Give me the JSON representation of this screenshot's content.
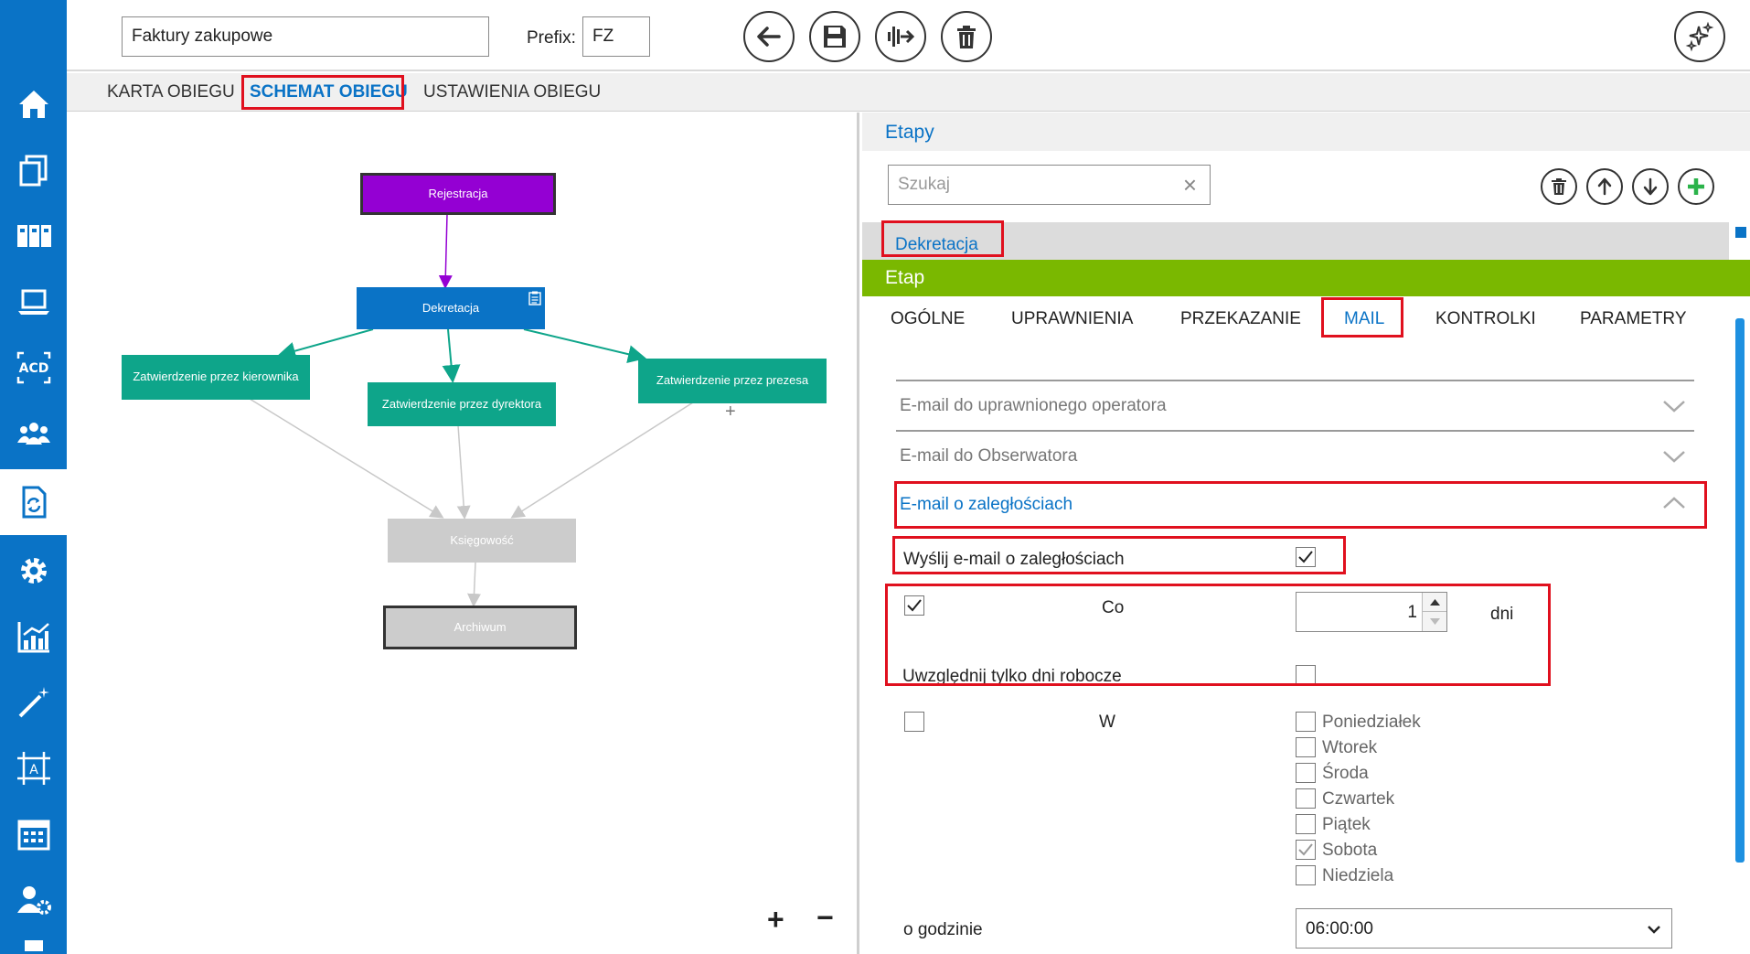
{
  "app": {
    "document_name": "Faktury zakupowe",
    "prefix_label": "Prefix:",
    "prefix_value": "FZ"
  },
  "sidebar": {
    "items": [
      {
        "icon": "home-icon"
      },
      {
        "icon": "documents-icon"
      },
      {
        "icon": "binders-icon"
      },
      {
        "icon": "laptop-icon"
      },
      {
        "icon": "acd-icon",
        "text": "ACD"
      },
      {
        "icon": "users-icon"
      },
      {
        "icon": "workflow-document-icon",
        "active": true
      },
      {
        "icon": "gear-icon"
      },
      {
        "icon": "chart-icon"
      },
      {
        "icon": "magic-wand-icon"
      },
      {
        "icon": "template-designer-icon",
        "text": "A"
      },
      {
        "icon": "calendar-icon"
      },
      {
        "icon": "user-settings-icon"
      },
      {
        "icon": "more-icon"
      }
    ]
  },
  "toolbar": {
    "back_icon": "arrow-left-icon",
    "save_icon": "floppy-icon",
    "export_icon": "export-icon",
    "delete_icon": "trash-icon",
    "ai_icon": "sparkles-icon"
  },
  "tabs": {
    "karta": "KARTA OBIEGU",
    "schemat": "SCHEMAT OBIEGU",
    "ustawienia": "USTAWIENIA OBIEGU"
  },
  "diagram": {
    "nodes": {
      "rejestracja": "Rejestracja",
      "dekretacja": "Dekretacja",
      "kierownik": "Zatwierdzenie przez kierownika",
      "dyrektor": "Zatwierdzenie przez dyrektora",
      "prezes": "Zatwierdzenie przez prezesa",
      "ksiegowosc": "Księgowość",
      "archiwum": "Archiwum"
    },
    "add_symbol": "+",
    "zoom_in": "+",
    "zoom_out": "−"
  },
  "etapy": {
    "title": "Etapy",
    "search_placeholder": "Szukaj",
    "clear_symbol": "×",
    "selected_item": "Dekretacja"
  },
  "etap": {
    "title": "Etap",
    "tabs": {
      "ogolne": "OGÓLNE",
      "uprawnienia": "UPRAWNIENIA",
      "przekazanie": "PRZEKAZANIE",
      "mail": "MAIL",
      "kontrolki": "KONTROLKI",
      "parametry": "PARAMETRY"
    }
  },
  "mail": {
    "acc1": "E-mail do uprawnionego operatora",
    "acc2": "E-mail do Obserwatora",
    "acc3": "E-mail o zaległościach",
    "send_label": "Wyślij e-mail o zaległościach",
    "send_checked": true,
    "co_checked": true,
    "co_label": "Co",
    "days_value": "1",
    "days_unit": "dni",
    "workdays_label": "Uwzględnij tylko dni robocze",
    "workdays_checked": false,
    "w_checked": false,
    "w_label": "W",
    "days": {
      "pon": "Poniedziałek",
      "wt": "Wtorek",
      "sr": "Środa",
      "czw": "Czwartek",
      "pt": "Piątek",
      "sob": "Sobota",
      "nd": "Niedziela"
    },
    "sobota_checked": true,
    "hour_label": "o godzinie",
    "hour_value": "06:00:00"
  },
  "colors": {
    "accent_blue": "#0a73c6",
    "purple": "#9400d3",
    "teal": "#0ea58a",
    "green_header": "#7ab800",
    "highlight_red": "#e0101e",
    "disabled_gray": "#cccccc"
  }
}
